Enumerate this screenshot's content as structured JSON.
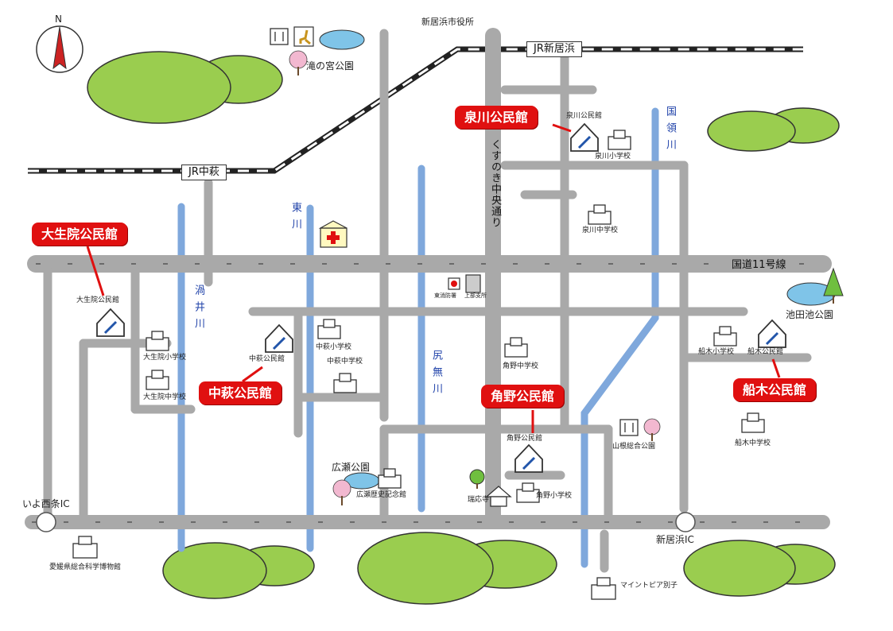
{
  "compass": {
    "label": "N"
  },
  "stations": {
    "shin_ihama": "JR新居浜",
    "nakahagi": "JR中萩"
  },
  "roads": {
    "kokudo11": "国道11号線",
    "kusunoki": "くすのき中央通り"
  },
  "rivers": {
    "kokuryo": "国領川",
    "higashi": "東川",
    "uzui": "渦井川",
    "shirinashi": "尻無川"
  },
  "interchanges": {
    "iyo_saijo": "いよ西条IC",
    "niihama": "新居浜IC"
  },
  "callouts": {
    "izumikawa": "泉川公民館",
    "ojoin": "大生院公民館",
    "nakahagi": "中萩公民館",
    "sumino": "角野公民館",
    "funaki": "船木公民館"
  },
  "facilities": {
    "city_hall": "新居浜市役所",
    "takinomiya": "滝の宮公園",
    "izumikawa_hall": "泉川公民館",
    "izumikawa_elem": "泉川小学校",
    "izumikawa_jh": "泉川中学校",
    "ojoin_hall": "大生院公民館",
    "ojoin_elem": "大生院小学校",
    "ojoin_jh": "大生院中学校",
    "nakahagi_hall": "中萩公民館",
    "nakahagi_elem": "中萩小学校",
    "nakahagi_jh": "中萩中学校",
    "fire_station": "東消防署",
    "branch_office": "上部支所",
    "sumino_jh": "角野中学校",
    "sumino_hall": "角野公民館",
    "sumino_elem": "角野小学校",
    "zuioji": "瑞応寺",
    "hirose_park": "広瀬公園",
    "hirose_museum": "広瀬歴史記念館",
    "yamane_park": "山根総合公園",
    "funaki_elem": "船木小学校",
    "funaki_hall": "船木公民館",
    "funaki_jh": "船木中学校",
    "ikeda_park": "池田池公園",
    "science_museum": "愛媛県総合科学博物館",
    "mine_theme": "マイントピア別子"
  },
  "colors": {
    "road": "#a9a9a9",
    "river": "#7fa8dc",
    "callout": "#e01010",
    "hill": "#9acd4f"
  }
}
